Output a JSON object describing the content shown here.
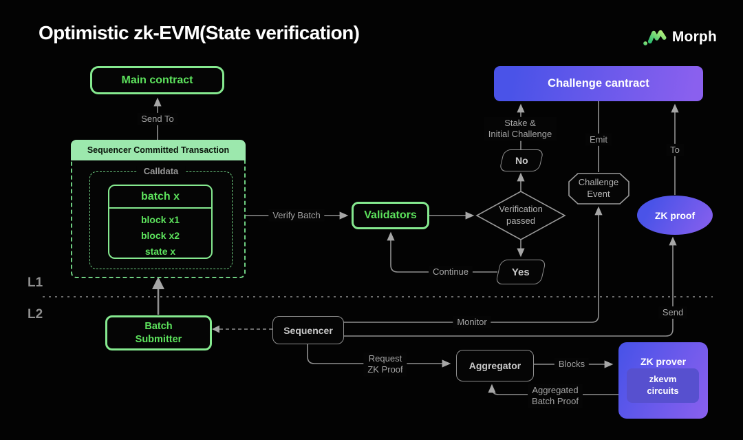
{
  "title": "Optimistic zk-EVM(State verification)",
  "brand": "Morph",
  "colors": {
    "background": "#030303",
    "green_border": "#85e98f",
    "green_text": "#5de35d",
    "green_header_bg": "#9ce8ad",
    "blue_gradient_start": "#4a53e8",
    "blue_gradient_end": "#8a60ee",
    "indigo_inner": "#5750cf",
    "gray_line": "#909090"
  },
  "layers": {
    "l1": "L1",
    "l2": "L2"
  },
  "nodes": {
    "main_contract": "Main contract",
    "sequencer_committed_transaction": "Sequencer Committed Transaction",
    "calldata": "Calldata",
    "batch_x": "batch x",
    "batch_items": [
      "block x1",
      "block x2",
      "state x"
    ],
    "validators": "Validators",
    "verification_passed": "Verification\npassed",
    "no": "No",
    "yes": "Yes",
    "challenge_contract": "Challenge cantract",
    "challenge_event": "Challenge\nEvent",
    "zk_proof": "ZK proof",
    "batch_submitter": "Batch\nSubmitter",
    "sequencer": "Sequencer",
    "aggregator": "Aggregator",
    "zk_prover": "ZK prover",
    "zkevm_circuits": "zkevm\ncircuits"
  },
  "edge_labels": {
    "send_to": "Send To",
    "verify_batch": "Verify Batch",
    "stake_initial_challenge": "Stake &\nInitial Challenge",
    "emit": "Emit",
    "to": "To",
    "continue": "Continue",
    "monitor": "Monitor",
    "send": "Send",
    "request_zk_proof": "Request\nZK Proof",
    "blocks": "Blocks",
    "aggregated_batch_proof": "Aggregated\nBatch Proof"
  }
}
